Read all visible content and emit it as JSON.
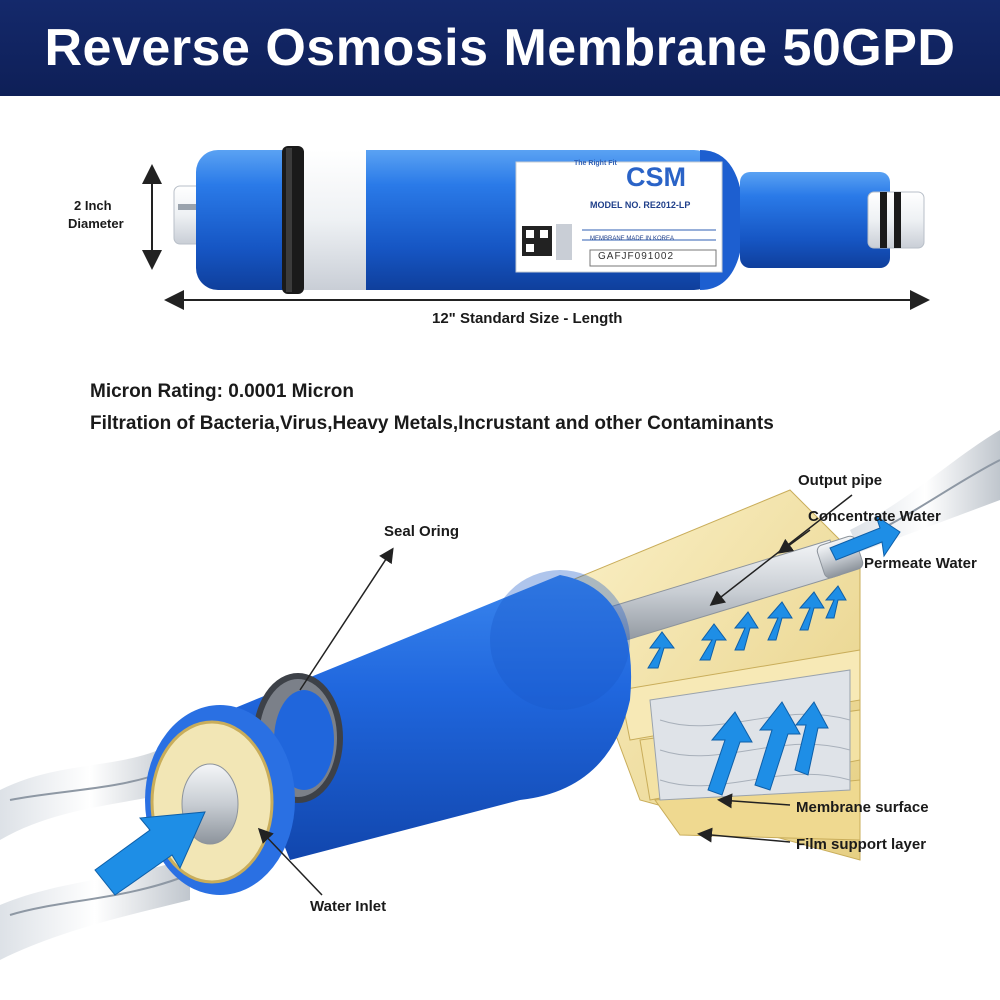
{
  "title": "Reverse Osmosis Membrane 50GPD",
  "cartridge": {
    "brand": "CSM",
    "brand_tagline": "The Right Fit",
    "model": "MODEL NO. RE2012-LP",
    "made_in": "MEMBRANE MADE IN KOREA",
    "serial": "GAFJF091002"
  },
  "dimensions": {
    "diameter_line1": "2 Inch",
    "diameter_line2": "Diameter",
    "length": "12\" Standard Size - Length"
  },
  "specs": {
    "micron_rating": "Micron Rating: 0.0001 Micron",
    "filtration": "Filtration of Bacteria,Virus,Heavy Metals,Incrustant and other Contaminants"
  },
  "diagram_labels": {
    "seal_oring": "Seal  Oring",
    "output_pipe": "Output pipe",
    "concentrate_water": "Concentrate Water",
    "permeate_water": "Permeate Water",
    "membrane_surface": "Membrane surface",
    "film_support_layer": "Film support layer",
    "water_inlet": "Water Inlet"
  },
  "colors": {
    "banner": "#14296b",
    "membrane_blue": "#1f63d6",
    "flow_arrow": "#1e8ee6",
    "membrane_layer": "#f1e2a6"
  }
}
